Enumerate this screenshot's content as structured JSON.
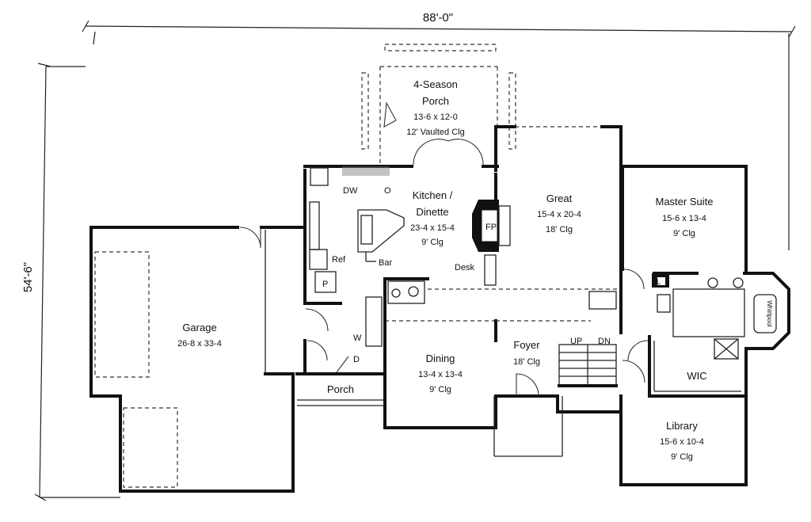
{
  "dimensions": {
    "width": "88'-0\"",
    "depth": "54'-6\""
  },
  "rooms": {
    "porch4": {
      "name": "4-Season",
      "name2": "Porch",
      "size": "13-6 x 12-0",
      "ceiling": "12' Vaulted Clg"
    },
    "kitchen": {
      "name": "Kitchen /",
      "name2": "Dinette",
      "size": "23-4 x 15-4",
      "ceiling": "9' Clg"
    },
    "great": {
      "name": "Great",
      "size": "15-4 x 20-4",
      "ceiling": "18' Clg"
    },
    "master": {
      "name": "Master Suite",
      "size": "15-6 x 13-4",
      "ceiling": "9' Clg"
    },
    "garage": {
      "name": "Garage",
      "size": "26-8 x 33-4"
    },
    "dining": {
      "name": "Dining",
      "size": "13-4 x 13-4",
      "ceiling": "9' Clg"
    },
    "foyer": {
      "name": "Foyer",
      "ceiling": "18' Clg"
    },
    "library": {
      "name": "Library",
      "size": "15-6 x 10-4",
      "ceiling": "9' Clg"
    },
    "wic": {
      "name": "WIC"
    },
    "porch": {
      "name": "Porch"
    }
  },
  "labels": {
    "dw": "DW",
    "oven": "O",
    "fp": "FP",
    "bar": "Bar",
    "ref": "Ref",
    "desk": "Desk",
    "pantry": "P",
    "washer": "W",
    "dryer": "D",
    "up": "UP",
    "dn": "DN",
    "linen": "L",
    "whirlpool": "Whirlpool"
  }
}
